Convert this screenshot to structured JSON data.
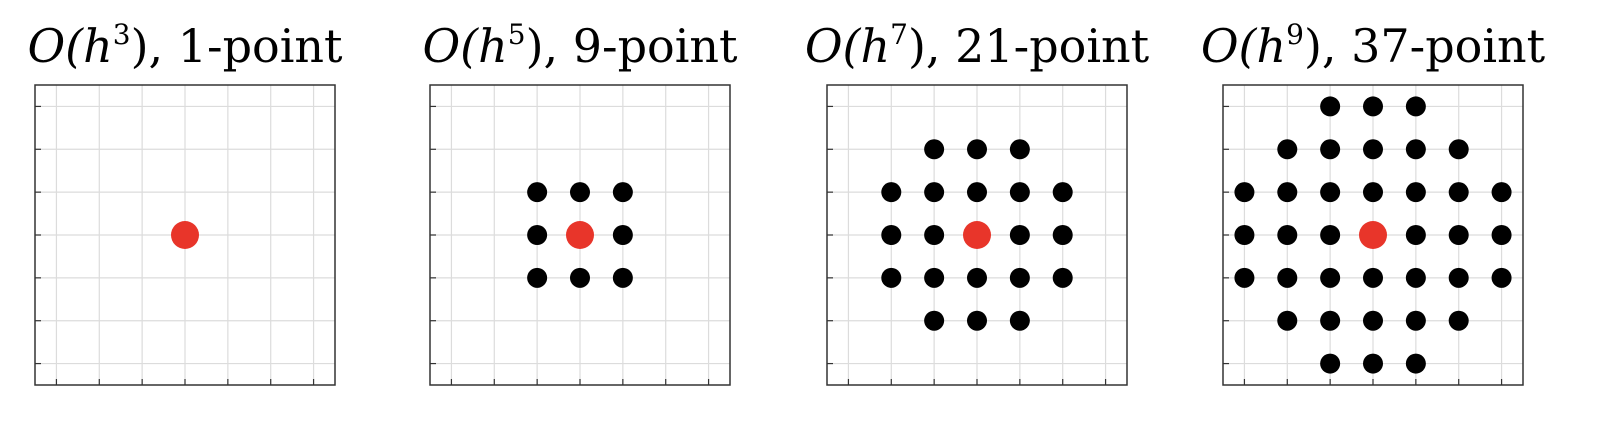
{
  "chart_data": [
    {
      "type": "scatter",
      "title": "O(h^3), 1-point",
      "title_parts": {
        "lead": "O(h",
        "exp": "3",
        "tail": "), 1-point"
      },
      "xlim": [
        -3.5,
        3.5
      ],
      "ylim": [
        -3.5,
        3.5
      ],
      "grid": true,
      "center_color": "#e8352a",
      "point_color": "#000000",
      "center": [
        0,
        0
      ],
      "points": []
    },
    {
      "type": "scatter",
      "title": "O(h^5), 9-point",
      "title_parts": {
        "lead": "O(h",
        "exp": "5",
        "tail": "), 9-point"
      },
      "xlim": [
        -3.5,
        3.5
      ],
      "ylim": [
        -3.5,
        3.5
      ],
      "grid": true,
      "center_color": "#e8352a",
      "point_color": "#000000",
      "center": [
        0,
        0
      ],
      "points": [
        [
          -1,
          1
        ],
        [
          0,
          1
        ],
        [
          1,
          1
        ],
        [
          -1,
          0
        ],
        [
          1,
          0
        ],
        [
          -1,
          -1
        ],
        [
          0,
          -1
        ],
        [
          1,
          -1
        ]
      ]
    },
    {
      "type": "scatter",
      "title": "O(h^7), 21-point",
      "title_parts": {
        "lead": "O(h",
        "exp": "7",
        "tail": "), 21-point"
      },
      "xlim": [
        -3.5,
        3.5
      ],
      "ylim": [
        -3.5,
        3.5
      ],
      "grid": true,
      "center_color": "#e8352a",
      "point_color": "#000000",
      "center": [
        0,
        0
      ],
      "points": [
        [
          -1,
          2
        ],
        [
          0,
          2
        ],
        [
          1,
          2
        ],
        [
          -2,
          1
        ],
        [
          -1,
          1
        ],
        [
          0,
          1
        ],
        [
          1,
          1
        ],
        [
          2,
          1
        ],
        [
          -2,
          0
        ],
        [
          -1,
          0
        ],
        [
          1,
          0
        ],
        [
          2,
          0
        ],
        [
          -2,
          -1
        ],
        [
          -1,
          -1
        ],
        [
          0,
          -1
        ],
        [
          1,
          -1
        ],
        [
          2,
          -1
        ],
        [
          -1,
          -2
        ],
        [
          0,
          -2
        ],
        [
          1,
          -2
        ]
      ]
    },
    {
      "type": "scatter",
      "title": "O(h^9), 37-point",
      "title_parts": {
        "lead": "O(h",
        "exp": "9",
        "tail": "), 37-point"
      },
      "xlim": [
        -3.5,
        3.5
      ],
      "ylim": [
        -3.5,
        3.5
      ],
      "grid": true,
      "center_color": "#e8352a",
      "point_color": "#000000",
      "center": [
        0,
        0
      ],
      "points": [
        [
          -1,
          3
        ],
        [
          0,
          3
        ],
        [
          1,
          3
        ],
        [
          -2,
          2
        ],
        [
          -1,
          2
        ],
        [
          0,
          2
        ],
        [
          1,
          2
        ],
        [
          2,
          2
        ],
        [
          -3,
          1
        ],
        [
          -2,
          1
        ],
        [
          -1,
          1
        ],
        [
          0,
          1
        ],
        [
          1,
          1
        ],
        [
          2,
          1
        ],
        [
          3,
          1
        ],
        [
          -3,
          0
        ],
        [
          -2,
          0
        ],
        [
          -1,
          0
        ],
        [
          1,
          0
        ],
        [
          2,
          0
        ],
        [
          3,
          0
        ],
        [
          -3,
          -1
        ],
        [
          -2,
          -1
        ],
        [
          -1,
          -1
        ],
        [
          0,
          -1
        ],
        [
          1,
          -1
        ],
        [
          2,
          -1
        ],
        [
          3,
          -1
        ],
        [
          -2,
          -2
        ],
        [
          -1,
          -2
        ],
        [
          0,
          -2
        ],
        [
          1,
          -2
        ],
        [
          2,
          -2
        ],
        [
          -1,
          -3
        ],
        [
          0,
          -3
        ],
        [
          1,
          -3
        ]
      ]
    }
  ]
}
